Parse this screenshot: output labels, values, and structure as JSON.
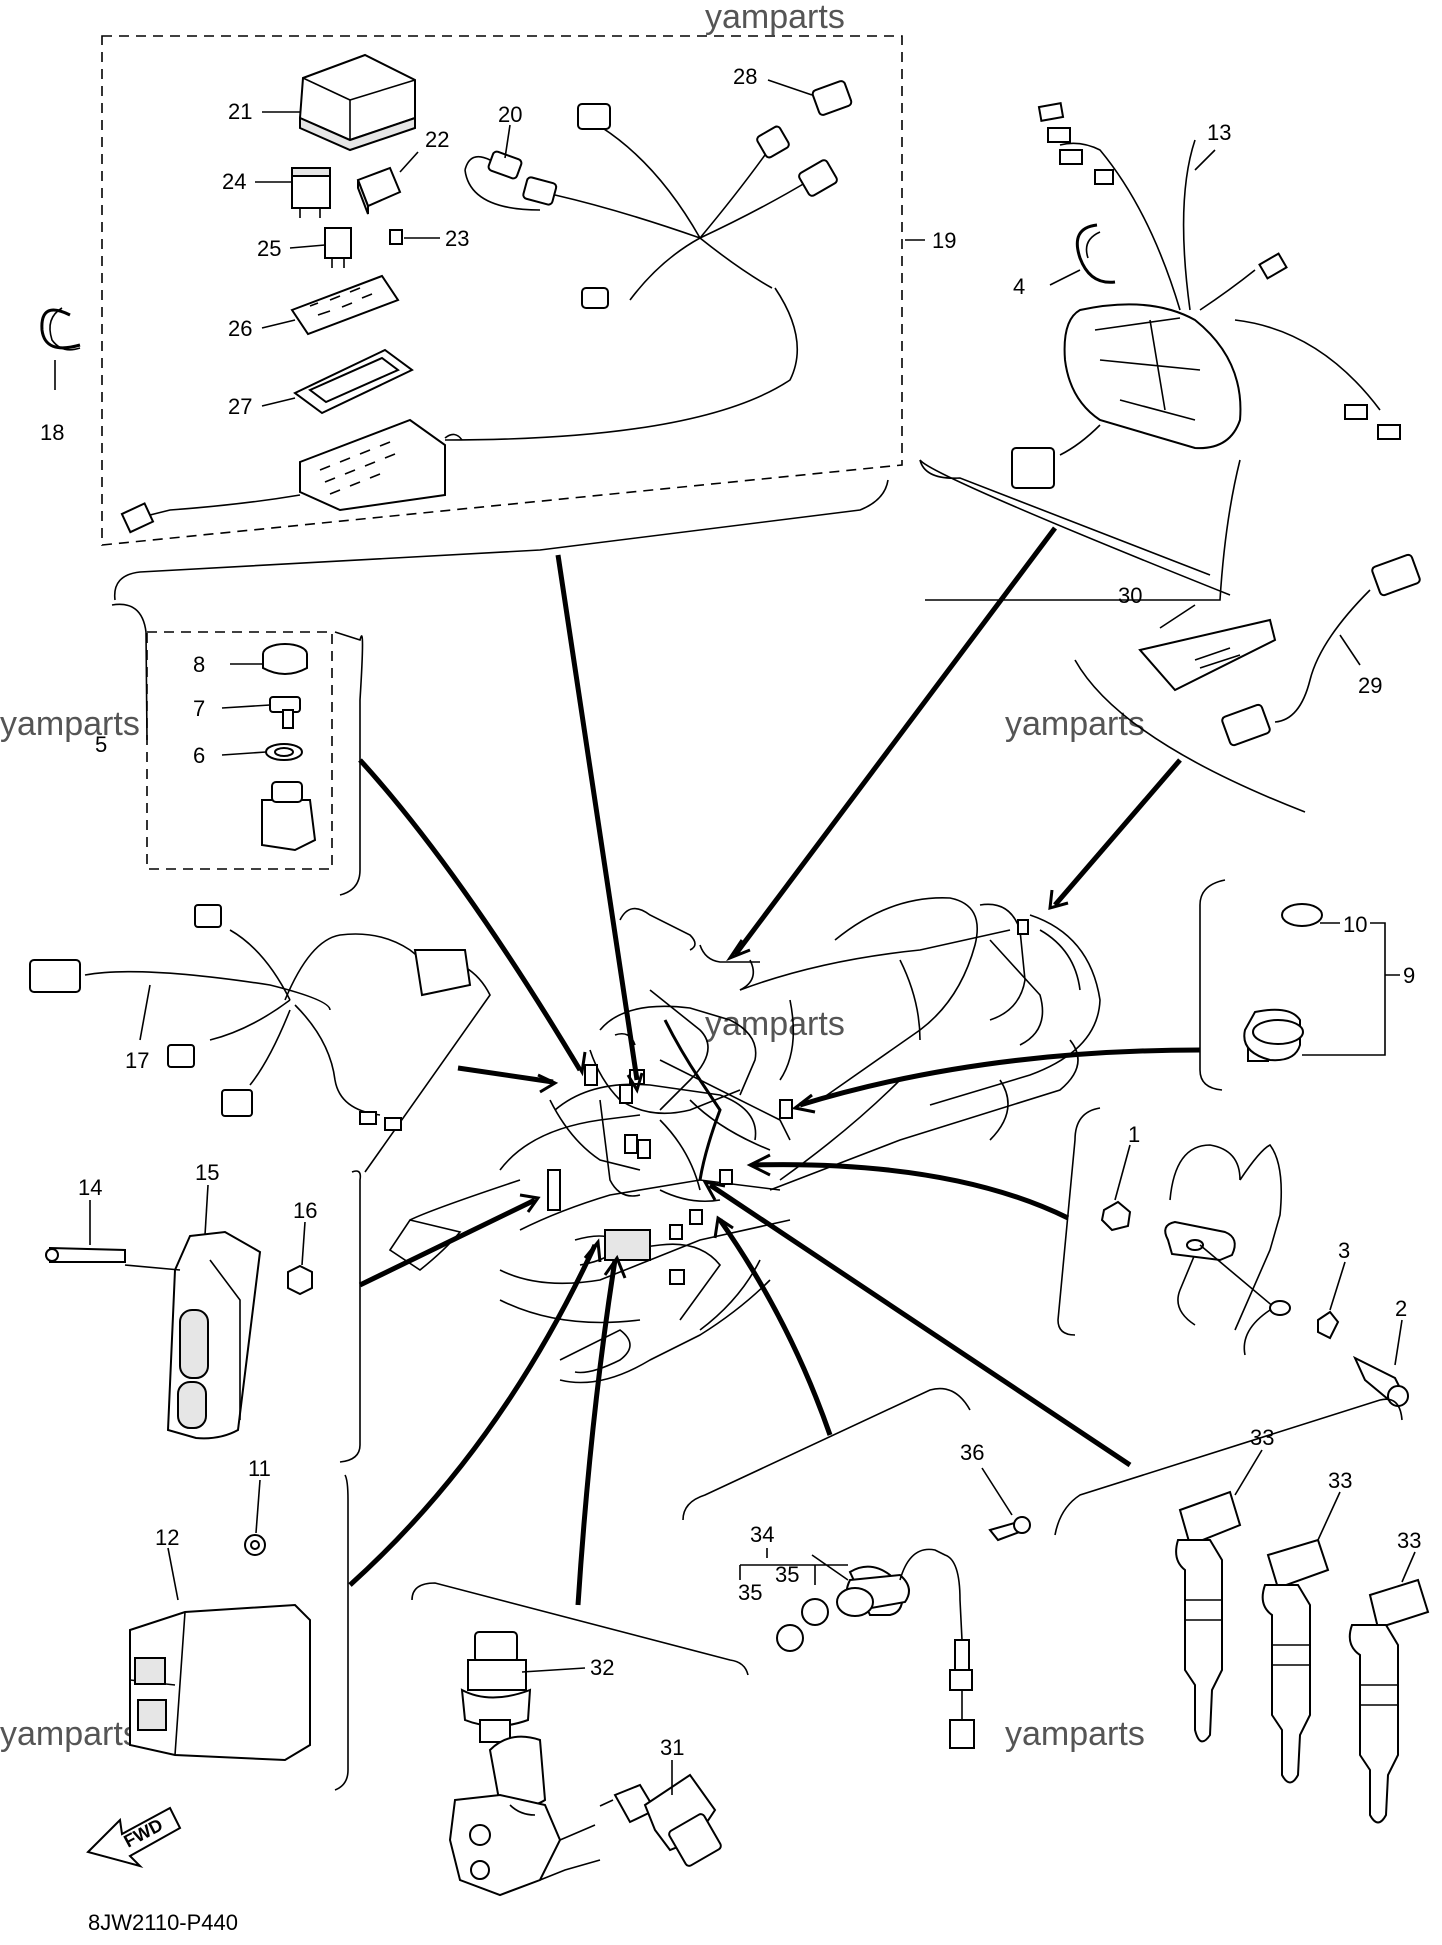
{
  "watermark": "yamparts",
  "diagram_code": "8JW2110-P440",
  "fwd_label": "FWD",
  "callouts": {
    "c1": "1",
    "c2": "2",
    "c3": "3",
    "c4": "4",
    "c5": "5",
    "c6": "6",
    "c7": "7",
    "c8": "8",
    "c9": "9",
    "c10": "10",
    "c11": "11",
    "c12": "12",
    "c13": "13",
    "c14": "14",
    "c15": "15",
    "c16": "16",
    "c17": "17",
    "c18": "18",
    "c19": "19",
    "c20": "20",
    "c21": "21",
    "c22": "22",
    "c23": "23",
    "c24": "24",
    "c25": "25",
    "c26": "26",
    "c27": "27",
    "c28": "28",
    "c29": "29",
    "c30": "30",
    "c31": "31",
    "c32": "32",
    "c33": "33",
    "c34": "34",
    "c35": "35",
    "c36": "36"
  }
}
